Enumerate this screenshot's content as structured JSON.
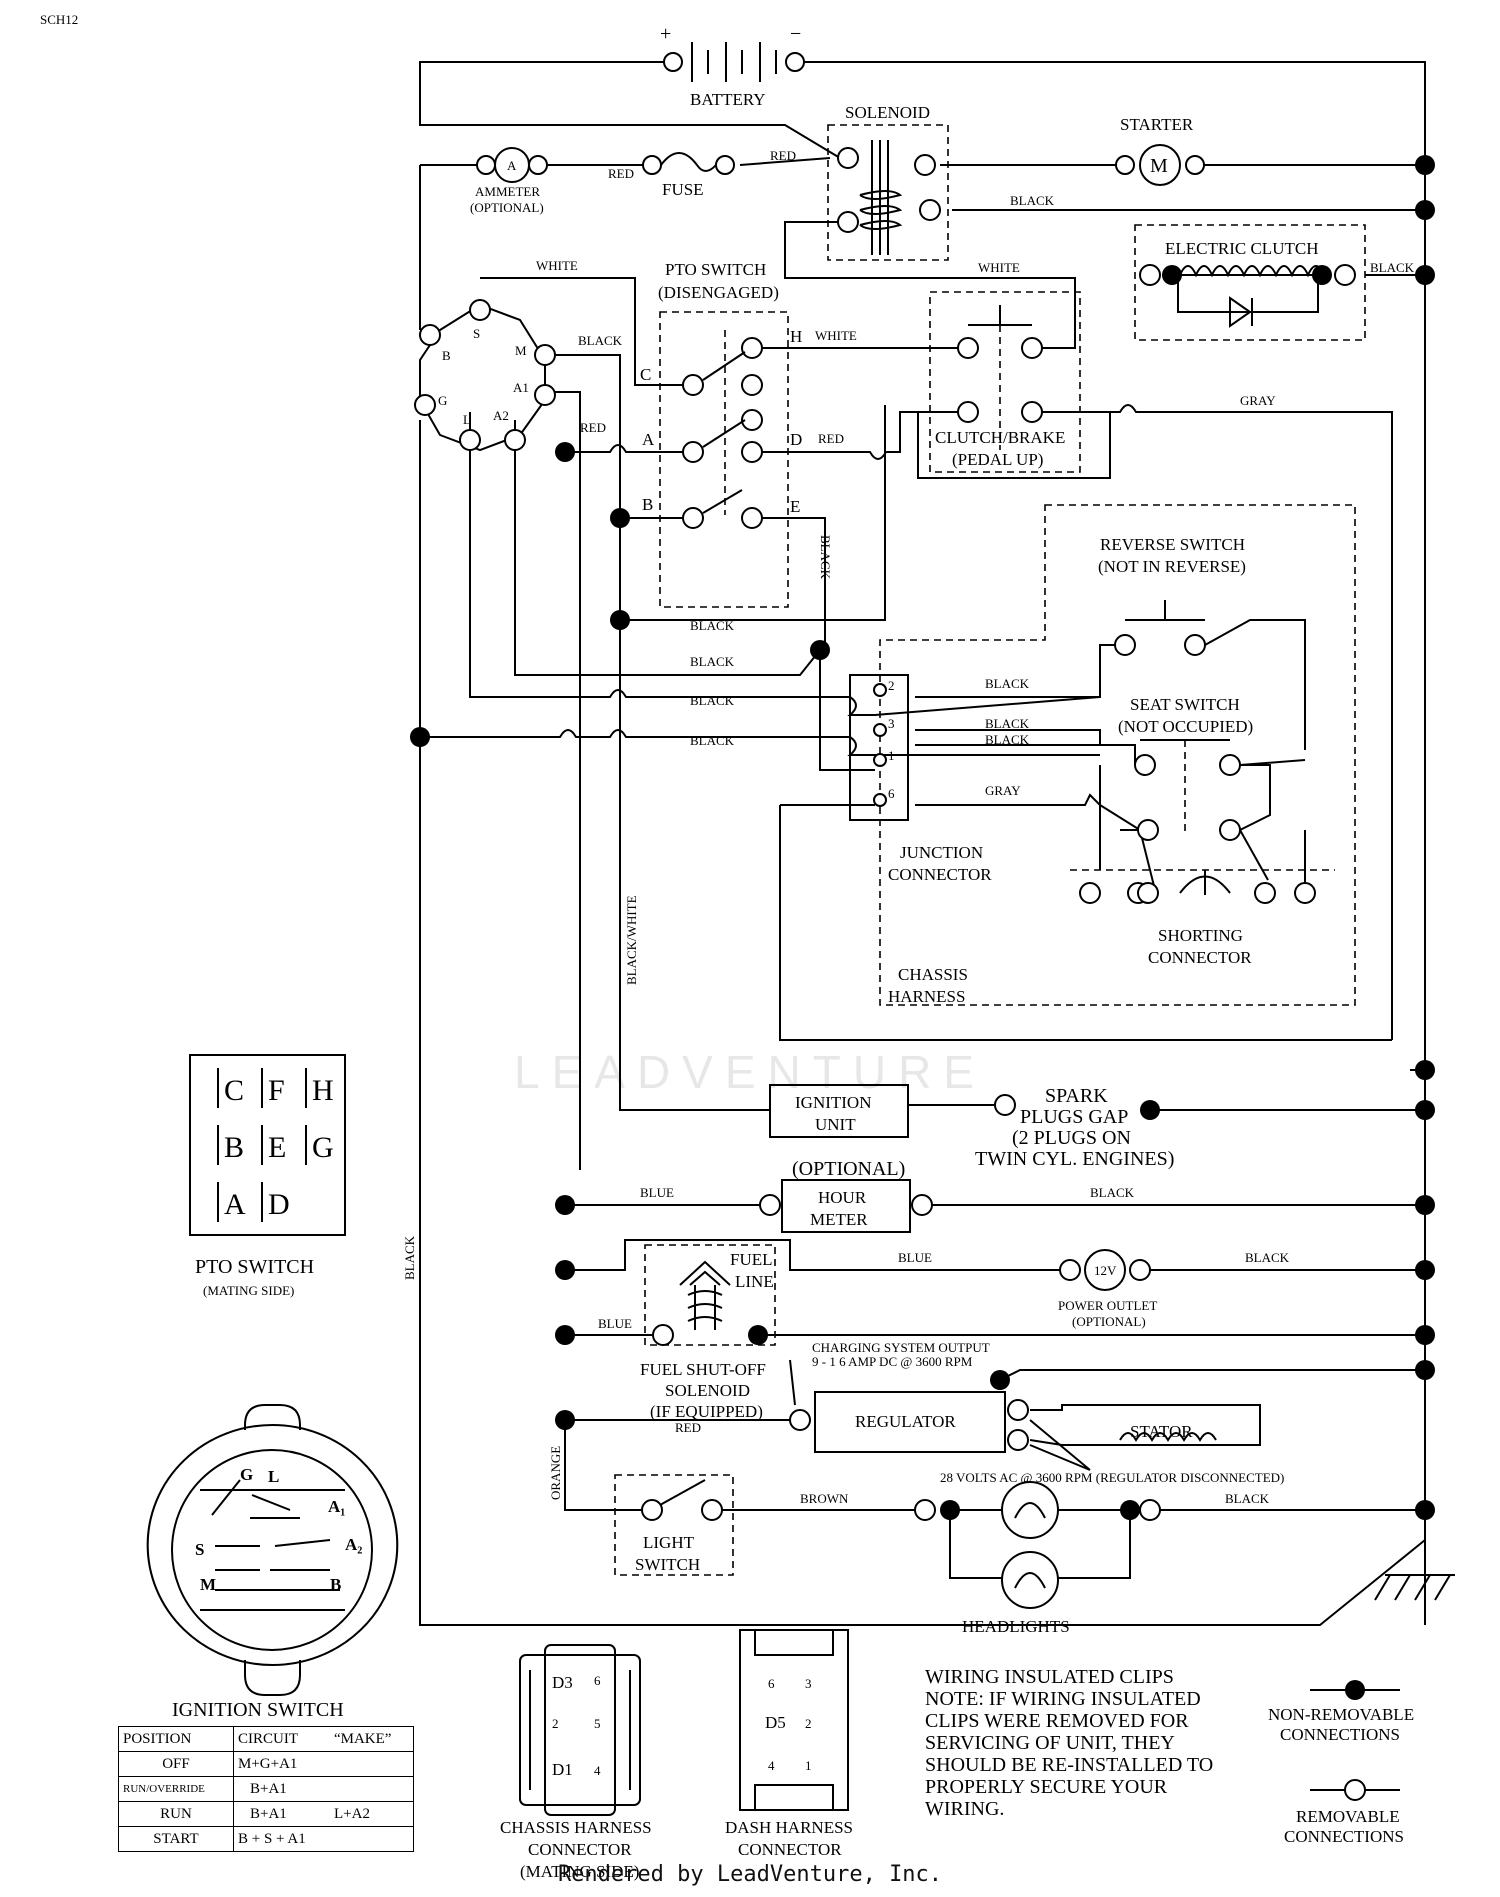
{
  "page_code": "SCH12",
  "footer": "Rendered by LeadVenture, Inc.",
  "watermark": "LEADVENTURE",
  "components": {
    "battery": "BATTERY",
    "battery_pos": "+",
    "battery_neg": "−",
    "solenoid": "SOLENOID",
    "starter": "STARTER",
    "starter_symbol": "M",
    "ammeter": "AMMETER",
    "ammeter_symbol": "A",
    "ammeter_opt": "(OPTIONAL)",
    "fuse": "FUSE",
    "electric_clutch": "ELECTRIC CLUTCH",
    "pto_switch": "PTO SWITCH",
    "pto_switch_state": "(DISENGAGED)",
    "clutch_brake": "CLUTCH/BRAKE",
    "clutch_brake_state": "(PEDAL UP)",
    "reverse_switch": "REVERSE SWITCH",
    "reverse_switch_state": "(NOT IN REVERSE)",
    "seat_switch": "SEAT SWITCH",
    "seat_switch_state": "(NOT OCCUPIED)",
    "junction_1": "JUNCTION",
    "junction_2": "CONNECTOR",
    "shorting_1": "SHORTING",
    "shorting_2": "CONNECTOR",
    "chassis_1": "CHASSIS",
    "chassis_2": "HARNESS",
    "ignition_unit_1": "IGNITION",
    "ignition_unit_2": "UNIT",
    "spark_1": "SPARK",
    "spark_2": "PLUGS GAP",
    "spark_3": "(2 PLUGS ON",
    "spark_4": "TWIN CYL. ENGINES)",
    "hour_opt": "(OPTIONAL)",
    "hour_1": "HOUR",
    "hour_2": "METER",
    "fuel_line_1": "FUEL",
    "fuel_line_2": "LINE",
    "power_outlet_symbol": "12V",
    "power_outlet_1": "POWER OUTLET",
    "power_outlet_2": "(OPTIONAL)",
    "fuel_sol_1": "FUEL SHUT-OFF",
    "fuel_sol_2": "SOLENOID",
    "fuel_sol_3": "(IF EQUIPPED)",
    "charging_1": "CHARGING SYSTEM OUTPUT",
    "charging_2": "9 - 1 6 AMP DC @ 3600 RPM",
    "regulator": "REGULATOR",
    "stator": "STATOR",
    "volts_note": "28 VOLTS AC @ 3600 RPM (REGULATOR DISCONNECTED)",
    "light_sw_1": "LIGHT",
    "light_sw_2": "SWITCH",
    "headlights": "HEADLIGHTS"
  },
  "pto_terminals": {
    "C": "C",
    "H": "H",
    "A": "A",
    "D": "D",
    "B": "B",
    "E": "E"
  },
  "ignition_terminals": {
    "S": "S",
    "B": "B",
    "G": "G",
    "L": "L",
    "M": "M",
    "A1": "A1",
    "A2": "A2"
  },
  "junction_pins": [
    "2",
    "3",
    "1",
    "6"
  ],
  "wire_labels": {
    "red_ammeter": "RED",
    "red_fuse": "RED",
    "black_starter": "BLACK",
    "white_top": "WHITE",
    "white_clutch": "WHITE",
    "black_clutch": "BLACK",
    "black_m": "BLACK",
    "white_h": "WHITE",
    "gray_top": "GRAY",
    "red_a1": "RED",
    "red_d": "RED",
    "black_e": "BLACK",
    "black_1": "BLACK",
    "black_2": "BLACK",
    "black_3": "BLACK",
    "black_4": "BLACK",
    "black_j2": "BLACK",
    "black_j3": "BLACK",
    "black_j1": "BLACK",
    "gray_j6": "GRAY",
    "black_white": "BLACK/WHITE",
    "black_left": "BLACK",
    "blue_hour": "BLUE",
    "black_hour": "BLACK",
    "blue_outlet": "BLUE",
    "black_outlet": "BLACK",
    "blue_fuel": "BLUE",
    "red_reg": "RED",
    "orange": "ORANGE",
    "brown": "BROWN",
    "black_head": "BLACK"
  },
  "pto_mating": {
    "title": "PTO SWITCH",
    "subtitle": "(MATING SIDE)",
    "grid": [
      [
        "C",
        "F",
        "H"
      ],
      [
        "B",
        "E",
        "G"
      ],
      [
        "A",
        "D",
        ""
      ]
    ]
  },
  "ignition_switch": {
    "title": "IGNITION SWITCH",
    "face_labels": {
      "G": "G",
      "L": "L",
      "A1": "A₁",
      "S": "S",
      "A2": "A₂",
      "M": "M",
      "B": "B"
    },
    "table_headers": [
      "POSITION",
      "CIRCUIT",
      "“MAKE”"
    ],
    "rows": [
      {
        "position": "OFF",
        "circuit": "M+G+A1",
        "extra": ""
      },
      {
        "position": "RUN/OVERRIDE",
        "circuit": "B+A1",
        "extra": ""
      },
      {
        "position": "RUN",
        "circuit": "B+A1",
        "extra": "L+A2"
      },
      {
        "position": "START",
        "circuit": "B + S + A1",
        "extra": ""
      }
    ]
  },
  "chassis_connector": {
    "pins": [
      "D3",
      "6",
      "2",
      "5",
      "D1",
      "4"
    ],
    "label_1": "CHASSIS HARNESS",
    "label_2": "CONNECTOR",
    "label_3": "(MATING SIDE)"
  },
  "dash_connector": {
    "pins": [
      "6",
      "3",
      "D5",
      "2",
      "4",
      "1"
    ],
    "label_1": "DASH HARNESS",
    "label_2": "CONNECTOR"
  },
  "note_lines": [
    "WIRING INSULATED CLIPS",
    "NOTE:  IF WIRING INSULATED",
    "CLIPS WERE REMOVED FOR",
    "SERVICING OF UNIT, THEY",
    "SHOULD BE RE-INSTALLED TO",
    "PROPERLY SECURE YOUR",
    "WIRING."
  ],
  "legend": {
    "non_removable_1": "NON-REMOVABLE",
    "non_removable_2": "CONNECTIONS",
    "removable_1": "REMOVABLE",
    "removable_2": "CONNECTIONS"
  }
}
